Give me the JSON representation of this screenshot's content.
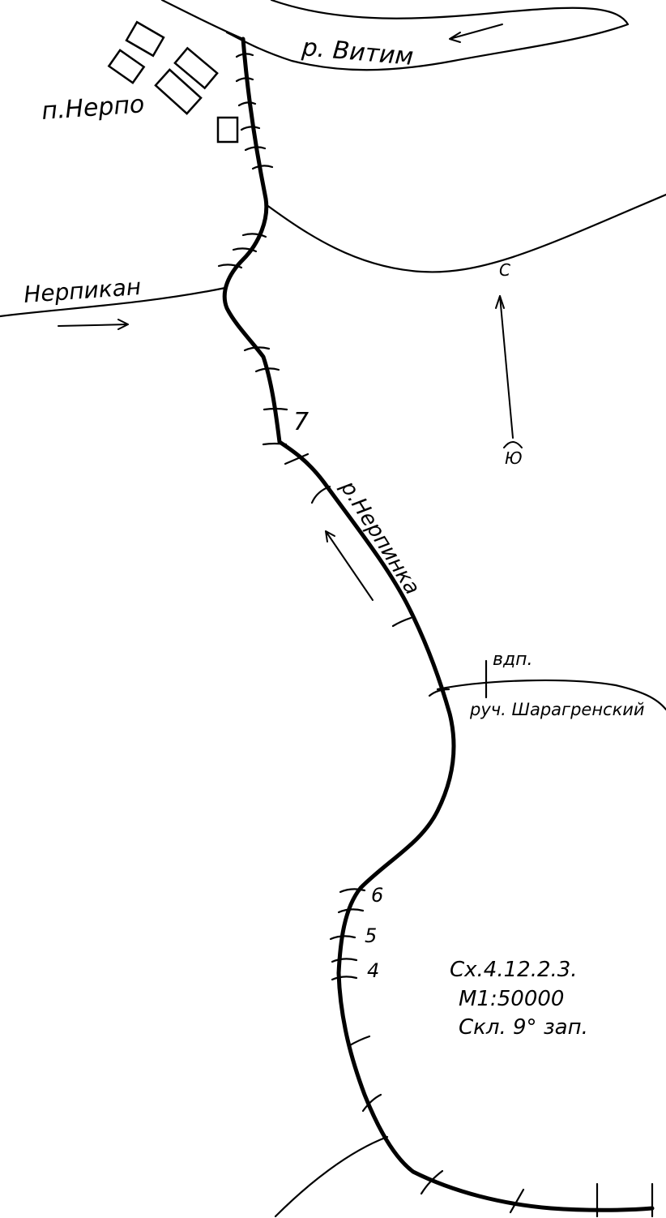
{
  "labels": {
    "vitim_river": "р. Витим",
    "settlement": "п.Нерпо",
    "nerpikan": "Нерпикан",
    "nerpinka_river": "р.Нерпинка",
    "stream": "руч. Шарагренский",
    "waterfall": "вдп.",
    "compass_north": "С",
    "compass_south": "Ю",
    "point_7": "7",
    "point_6": "6",
    "point_5": "5",
    "point_4": "4"
  },
  "legend": {
    "line1": "Сх.4.12.2.3.",
    "line2": "М1:50000",
    "line3": "Скл. 9° зап."
  },
  "colors": {
    "ink": "#000000",
    "paper": "#ffffff"
  }
}
